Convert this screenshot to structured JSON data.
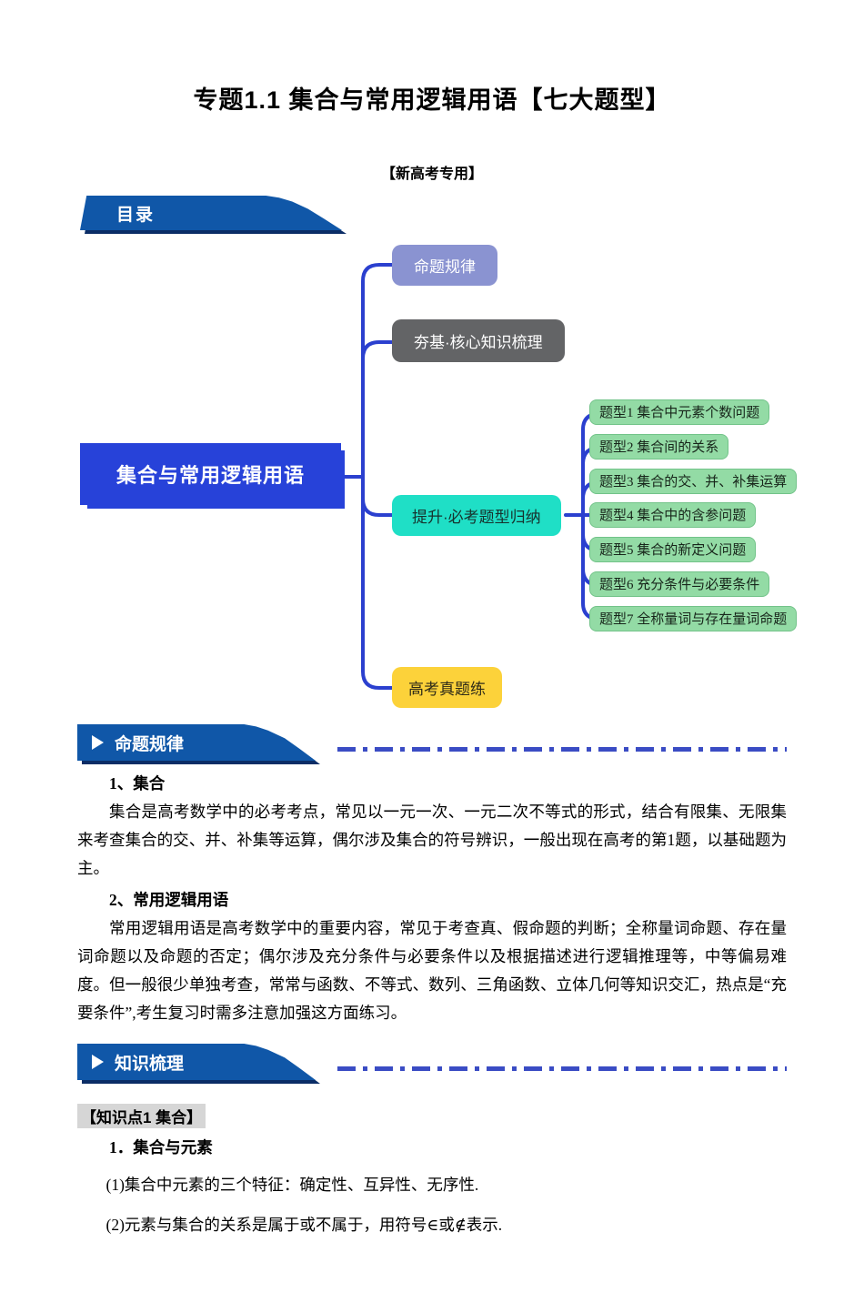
{
  "page": {
    "title": "专题1.1 集合与常用逻辑用语【七大题型】",
    "subtitle": "【新高考专用】"
  },
  "toc": {
    "label": "目录"
  },
  "mindmap": {
    "root": "集合与常用逻辑用语",
    "branch_propositions": "命题规律",
    "branch_foundation": "夯基·核心知识梳理",
    "branch_types": "提升·必考题型归纳",
    "branch_exam": "高考真题练",
    "topics": [
      "题型1 集合中元素个数问题",
      "题型2 集合间的关系",
      "题型3 集合的交、并、补集运算",
      "题型4 集合中的含参问题",
      "题型5 集合的新定义问题",
      "题型6 充分条件与必要条件",
      "题型7 全称量词与存在量词命题"
    ]
  },
  "section_rules": {
    "banner": "命题规律",
    "h1": "1、集合",
    "p1": "集合是高考数学中的必考考点，常见以一元一次、一元二次不等式的形式，结合有限集、无限集来考查集合的交、并、补集等运算，偶尔涉及集合的符号辨识，一般出现在高考的第1题，以基础题为主。",
    "h2": "2、常用逻辑用语",
    "p2": "常用逻辑用语是高考数学中的重要内容，常见于考查真、假命题的判断；全称量词命题、存在量词命题以及命题的否定；偶尔涉及充分条件与必要条件以及根据描述进行逻辑推理等，中等偏易难度。但一般很少单独考查，常常与函数、不等式、数列、三角函数、立体几何等知识交汇，热点是“充要条件”,考生复习时需多注意加强这方面练习。"
  },
  "section_knowledge": {
    "banner": "知识梳理",
    "kp_tag": "【知识点1 集合】",
    "sub_heading": "1．集合与元素",
    "line1": "(1)集合中元素的三个特征：确定性、互异性、无序性.",
    "line2": "(2)元素与集合的关系是属于或不属于，用符号∈或∉表示."
  },
  "colors": {
    "banner_blue": "#1057a8",
    "banner_shadow": "#0b2d66",
    "connector_blue": "#2b40cf",
    "root_blue": "#2742d9",
    "branch_purple": "#8a93d1",
    "branch_gray": "#636466",
    "branch_cyan": "#1fdfc6",
    "branch_yellow": "#fcd23a",
    "topic_green": "#93dba5",
    "dash_blue": "#3a4cc4",
    "kp_highlight": "#d6d6d6"
  }
}
